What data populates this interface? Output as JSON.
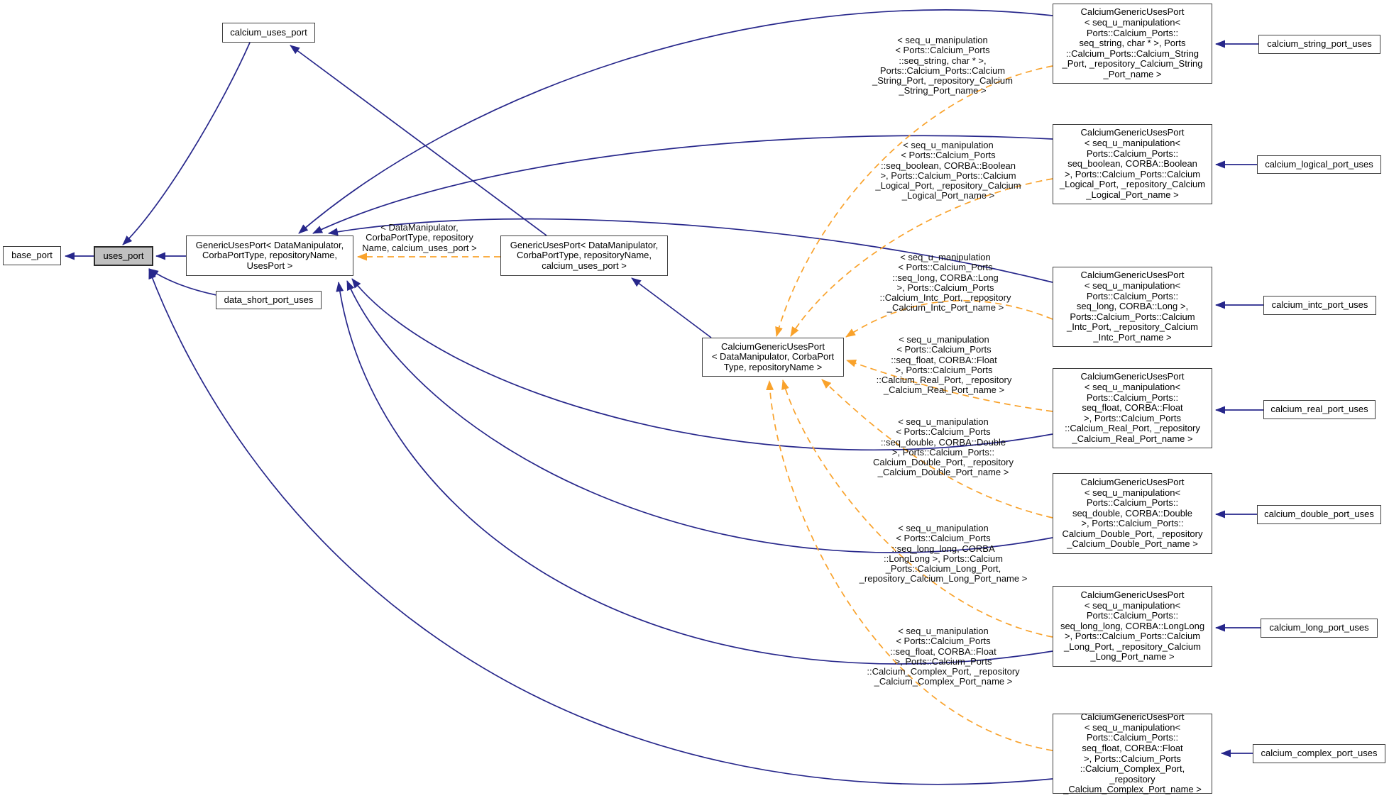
{
  "colors": {
    "inheritance_edge": "#27278b",
    "instantiation_edge": "#f9a22b",
    "highlight_fill": "#c0c0c0",
    "node_border": "#3f3f3f",
    "background": "#ffffff"
  },
  "nodes": {
    "base_port": "base_port",
    "uses_port": "uses_port",
    "calcium_uses_port": "calcium_uses_port",
    "data_short_port_uses": "data_short_port_uses",
    "generic_uses_port_usesport": [
      "GenericUsesPort< DataManipulator,",
      "CorbaPortType, repositoryName,",
      "UsesPort >"
    ],
    "generic_uses_port_calcium": [
      "GenericUsesPort< DataManipulator,",
      "CorbaPortType, repositoryName,",
      "calcium_uses_port >"
    ],
    "calcium_generic_template": [
      "CalciumGenericUsesPort",
      "< DataManipulator, CorbaPort",
      "Type, repositoryName >"
    ],
    "inst_string": [
      "CalciumGenericUsesPort",
      "< seq_u_manipulation<",
      "Ports::Calcium_Ports::",
      "seq_string, char * >, Ports",
      "::Calcium_Ports::Calcium_String",
      "_Port, _repository_Calcium_String",
      "_Port_name >"
    ],
    "inst_logical": [
      "CalciumGenericUsesPort",
      "< seq_u_manipulation<",
      "Ports::Calcium_Ports::",
      "seq_boolean, CORBA::Boolean",
      ">, Ports::Calcium_Ports::Calcium",
      "_Logical_Port, _repository_Calcium",
      "_Logical_Port_name >"
    ],
    "inst_intc": [
      "CalciumGenericUsesPort",
      "< seq_u_manipulation<",
      "Ports::Calcium_Ports::",
      "seq_long, CORBA::Long >,",
      "Ports::Calcium_Ports::Calcium",
      "_Intc_Port, _repository_Calcium",
      "_Intc_Port_name >"
    ],
    "inst_real": [
      "CalciumGenericUsesPort",
      "< seq_u_manipulation<",
      "Ports::Calcium_Ports::",
      "seq_float, CORBA::Float",
      ">, Ports::Calcium_Ports",
      "::Calcium_Real_Port, _repository",
      "_Calcium_Real_Port_name >"
    ],
    "inst_double": [
      "CalciumGenericUsesPort",
      "< seq_u_manipulation<",
      "Ports::Calcium_Ports::",
      "seq_double, CORBA::Double",
      ">, Ports::Calcium_Ports::",
      "Calcium_Double_Port, _repository",
      "_Calcium_Double_Port_name >"
    ],
    "inst_long": [
      "CalciumGenericUsesPort",
      "< seq_u_manipulation<",
      "Ports::Calcium_Ports::",
      "seq_long_long, CORBA::LongLong",
      ">, Ports::Calcium_Ports::Calcium",
      "_Long_Port, _repository_Calcium",
      "_Long_Port_name >"
    ],
    "inst_complex": [
      "CalciumGenericUsesPort",
      "< seq_u_manipulation<",
      "Ports::Calcium_Ports::",
      "seq_float, CORBA::Float",
      ">, Ports::Calcium_Ports",
      "::Calcium_Complex_Port, _repository",
      "_Calcium_Complex_Port_name >"
    ],
    "uses_string": "calcium_string_port_uses",
    "uses_logical": "calcium_logical_port_uses",
    "uses_intc": "calcium_intc_port_uses",
    "uses_real": "calcium_real_port_uses",
    "uses_double": "calcium_double_port_uses",
    "uses_long": "calcium_long_port_uses",
    "uses_complex": "calcium_complex_port_uses"
  },
  "edge_labels": {
    "generic": [
      "< DataManipulator,",
      "CorbaPortType, repository",
      "Name, calcium_uses_port >"
    ],
    "string": [
      "< seq_u_manipulation",
      "< Ports::Calcium_Ports",
      "::seq_string, char * >,",
      "Ports::Calcium_Ports::Calcium",
      "_String_Port, _repository_Calcium",
      "_String_Port_name >"
    ],
    "logical": [
      "< seq_u_manipulation",
      "< Ports::Calcium_Ports",
      "::seq_boolean, CORBA::Boolean",
      ">, Ports::Calcium_Ports::Calcium",
      "_Logical_Port, _repository_Calcium",
      "_Logical_Port_name >"
    ],
    "intc": [
      "< seq_u_manipulation",
      "< Ports::Calcium_Ports",
      "::seq_long, CORBA::Long",
      ">, Ports::Calcium_Ports",
      "::Calcium_Intc_Port, _repository",
      "_Calcium_Intc_Port_name >"
    ],
    "real": [
      "< seq_u_manipulation",
      "< Ports::Calcium_Ports",
      "::seq_float, CORBA::Float",
      ">, Ports::Calcium_Ports",
      "::Calcium_Real_Port, _repository",
      "_Calcium_Real_Port_name >"
    ],
    "double": [
      "< seq_u_manipulation",
      "< Ports::Calcium_Ports",
      "::seq_double, CORBA::Double",
      ">, Ports::Calcium_Ports::",
      "Calcium_Double_Port, _repository",
      "_Calcium_Double_Port_name >"
    ],
    "long": [
      "< seq_u_manipulation",
      "< Ports::Calcium_Ports",
      "::seq_long_long, CORBA",
      "::LongLong >, Ports::Calcium",
      "_Ports::Calcium_Long_Port,",
      "_repository_Calcium_Long_Port_name >"
    ],
    "complex": [
      "< seq_u_manipulation",
      "< Ports::Calcium_Ports",
      "::seq_float, CORBA::Float",
      ">, Ports::Calcium_Ports",
      "::Calcium_Complex_Port, _repository",
      "_Calcium_Complex_Port_name >"
    ]
  }
}
